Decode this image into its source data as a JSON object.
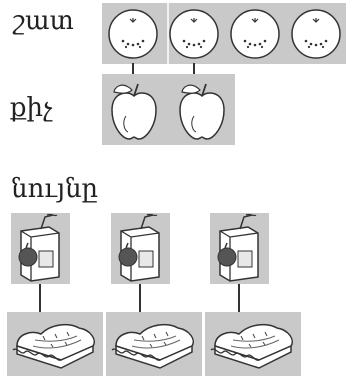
{
  "words": {
    "many": "շատ",
    "few": "քիչ",
    "same": "նույնը"
  },
  "groups": {
    "oranges": {
      "count": 4,
      "icon": "orange-icon"
    },
    "apples": {
      "count": 2,
      "icon": "apple-icon"
    },
    "juice_boxes": {
      "count": 3,
      "icon": "juice-box-icon"
    },
    "sandwiches": {
      "count": 3,
      "icon": "sandwich-icon"
    }
  },
  "colors": {
    "tile": "#c9c9c9",
    "stroke": "#333333"
  }
}
